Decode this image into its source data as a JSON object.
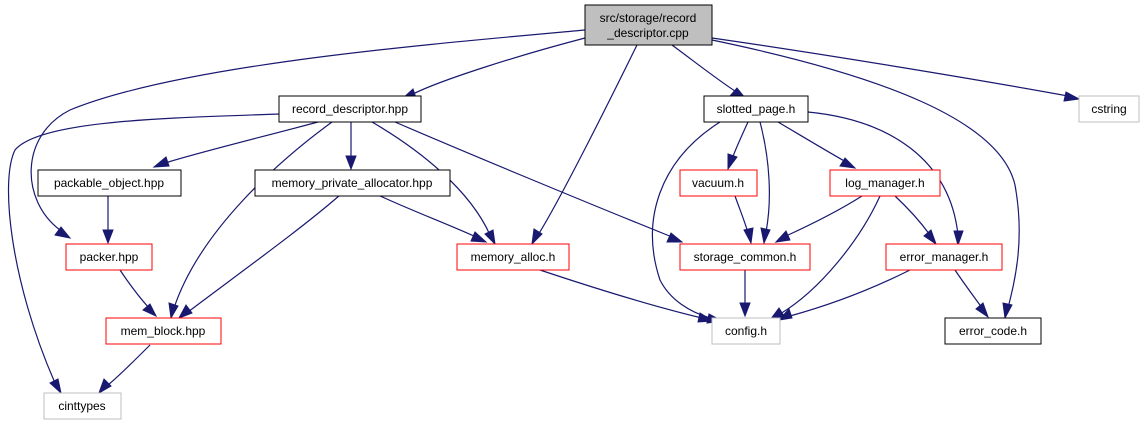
{
  "graph": {
    "nodes": {
      "root": {
        "line1": "src/storage/record",
        "line2": "_descriptor.cpp"
      },
      "record_descriptor": "record_descriptor.hpp",
      "slotted_page": "slotted_page.h",
      "cstring": "cstring",
      "packable_object": "packable_object.hpp",
      "memory_private_allocator": "memory_private_allocator.hpp",
      "vacuum": "vacuum.h",
      "log_manager": "log_manager.h",
      "packer": "packer.hpp",
      "memory_alloc": "memory_alloc.h",
      "storage_common": "storage_common.h",
      "error_manager": "error_manager.h",
      "mem_block": "mem_block.hpp",
      "config": "config.h",
      "error_code": "error_code.h",
      "cinttypes": "cinttypes"
    },
    "border_colors": {
      "documented": "#000000",
      "truncated": "#ff0000",
      "external": "#bfbfbf",
      "root_fill": "#bfbfbf",
      "edge": "#191970"
    }
  }
}
